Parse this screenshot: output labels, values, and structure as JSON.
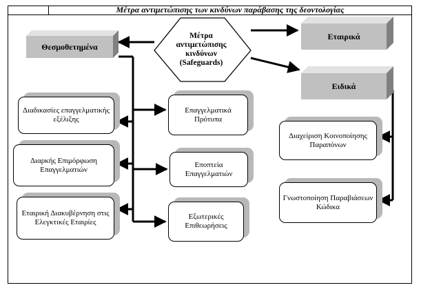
{
  "title": "Μέτρα αντιμετώπισης των κινδύνων παράβασης της δεοντολογίας",
  "center": {
    "line1": "Μέτρα",
    "line2": "αντιμετώπισης",
    "line3": "κινδύνων",
    "line4": "(Safeguards)"
  },
  "blocks": {
    "legislated": "Θεσμοθετημένα",
    "corporate": "Εταιρικά",
    "specific": "Ειδικά"
  },
  "left_boxes": {
    "development": "Διαδικασίες επαγγελματικής εξέλιξης",
    "training": "Διαρκής Επιμόρφωση Επαγγελματιών",
    "governance": "Εταιρική Διακυβέρνηση στις Ελεγκτικές Εταιρίες"
  },
  "middle_boxes": {
    "standards": "Επαγγελματικά Πρότυπα",
    "supervision": "Εποπτεία Επαγγελματιών",
    "external": "Εξωτερικές Επιθεωρήσεις"
  },
  "right_boxes": {
    "complaints": "Διαχείριση Κοινοποίησης Παραπόνων",
    "violations": "Γνωστοποίηση Παραβιάσεων Κώδικα"
  }
}
